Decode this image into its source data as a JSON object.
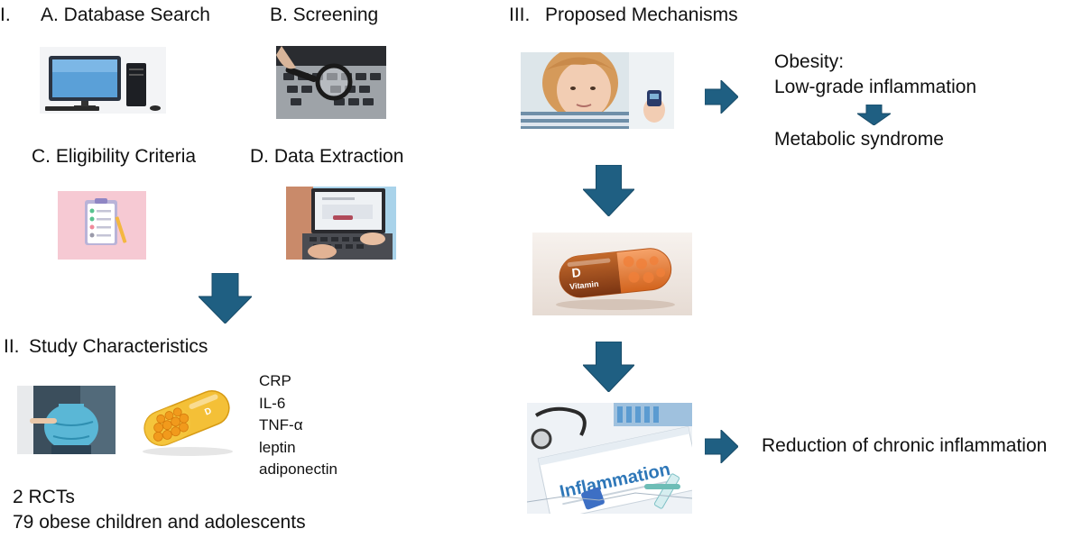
{
  "section_one": {
    "numeral": "I.",
    "panel_a_label": "A. Database Search",
    "panel_b_label": "B. Screening",
    "panel_c_label": "C. Eligibility Criteria",
    "panel_d_label": "D. Data Extraction"
  },
  "section_two": {
    "numeral": "II.",
    "title": "Study Characteristics",
    "markers": [
      "CRP",
      "IL-6",
      "TNF-α",
      "leptin",
      "adiponectin"
    ],
    "rcts": "2 RCTs",
    "population": "79 obese children and adolescents"
  },
  "section_three": {
    "numeral": "III.",
    "title": "Proposed Mechanisms",
    "obesity_label": "Obesity:",
    "inflammation_label": "Low-grade inflammation",
    "syndrome_label": "Metabolic syndrome",
    "capsule_letter": "D",
    "capsule_word": "Vitamin",
    "card_word": "Inflammation",
    "outcome_label": "Reduction of chronic inflammation"
  },
  "colors": {
    "arrow": "#1f5f82",
    "arrow_dark": "#184b68",
    "text": "#111111"
  },
  "icons": {
    "computer": "desktop-computer-icon",
    "magnifier": "magnifying-glass-icon",
    "checklist": "clipboard-checklist-icon",
    "laptop": "laptop-typing-icon",
    "capsule": "vitamin-capsule-icon",
    "arrow": "arrow-icon"
  }
}
